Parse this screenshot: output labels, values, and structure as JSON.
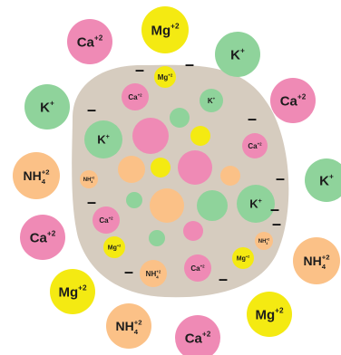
{
  "colors": {
    "background": "#ffffff",
    "particle": "#d6ccbf",
    "pink": "#ef8ab5",
    "yellow": "#f4ea12",
    "green": "#8fd39b",
    "orange": "#fbc187",
    "text": "#1c1c1c"
  },
  "ions": {
    "calcium": {
      "base": "Ca",
      "charge": "+2",
      "color_key": "pink"
    },
    "magnesium": {
      "base": "Mg",
      "charge": "+2",
      "color_key": "yellow"
    },
    "potassium": {
      "base": "K",
      "charge": "+",
      "color_key": "green"
    },
    "ammonium": {
      "base": "NH",
      "subscript": "4",
      "charge": "+2",
      "color_key": "orange"
    }
  },
  "surface_charge_symbol": "–",
  "icons": [
    "soil-colloid-particle",
    "cation-circle"
  ]
}
